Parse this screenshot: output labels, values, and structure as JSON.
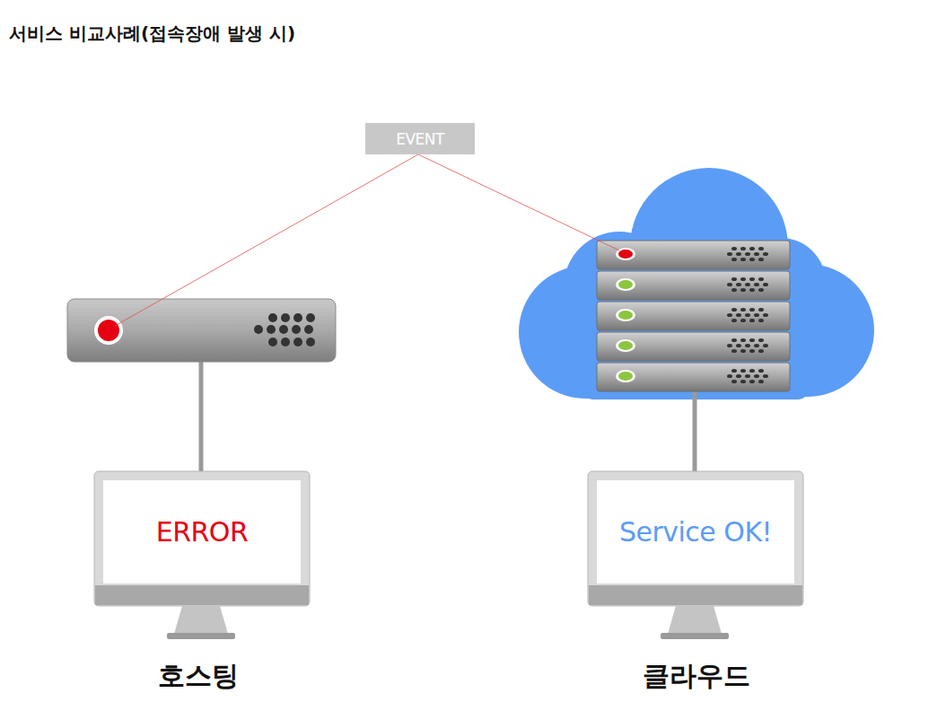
{
  "diagram": {
    "title": "서비스 비교사례(접속장애 발생 시)",
    "nodes": [
      {
        "text": [
          "EVENT"
        ]
      },
      {
        "text": [
          "ERROR"
        ]
      },
      {
        "text": [
          "Service OK!"
        ]
      }
    ],
    "labels": [
      "호스팅",
      "클라우드"
    ]
  }
}
